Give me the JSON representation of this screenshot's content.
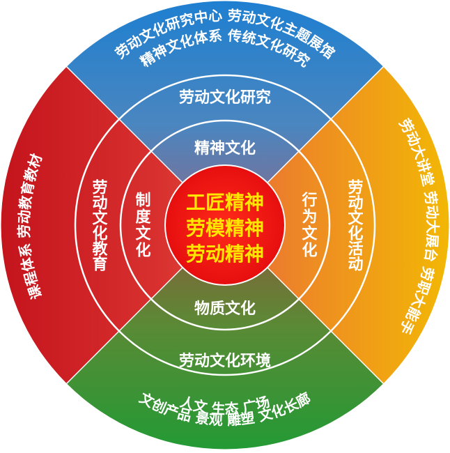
{
  "center": {
    "lines": [
      "工匠精神",
      "劳模精神",
      "劳动精神"
    ],
    "color": "#ff1a1a",
    "text_color": "#ffe600"
  },
  "inner_ring": {
    "top": "精神文化",
    "left": "制度文化",
    "right": "行为文化",
    "bottom": "物质文化"
  },
  "middle_ring": {
    "top": "劳动文化研究",
    "left": "劳动文化教育",
    "right": "劳动文化活动",
    "bottom": "劳动文化环境"
  },
  "outer_ring": {
    "top_line1": "劳动文化研究中心  劳动文化主题展馆",
    "top_line2": "精神文化体系  传统文化研究",
    "left": "课程体系  劳动教育教材",
    "right": "劳动大讲堂  劳动大展台  劳职大能手",
    "bottom_line1": "人文  生态  广场",
    "bottom_line2": "文创产品  景观  雕塑  文化长廊"
  },
  "colors": {
    "top": "#2b7fc4",
    "left": "#c8131b",
    "right": "#f0a00a",
    "bottom": "#2f9a3a",
    "ring_line": "#ffffff"
  }
}
